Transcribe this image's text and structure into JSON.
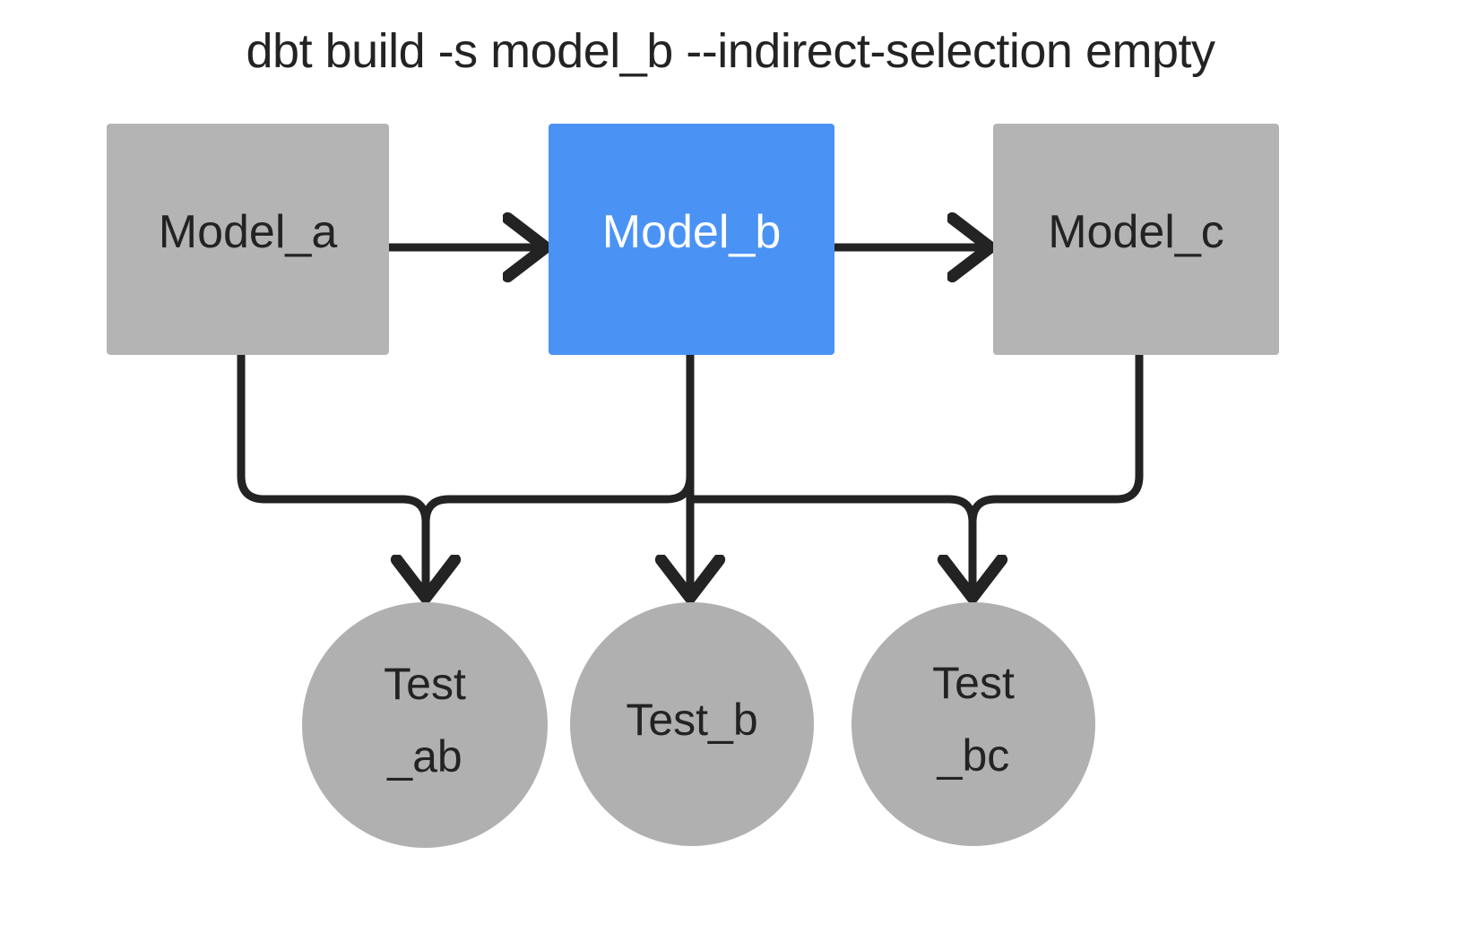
{
  "title": "dbt build -s model_b --indirect-selection empty",
  "colors": {
    "background": "#ffffff",
    "node_gray": "#b4b4b4",
    "circle_gray": "#b0b0b0",
    "node_selected_blue": "#4a93f5",
    "text_dark": "#232323",
    "text_light": "#ffffff",
    "edge": "#232323"
  },
  "models": [
    {
      "id": "model_a",
      "label": "Model_a",
      "state": "unselected"
    },
    {
      "id": "model_b",
      "label": "Model_b",
      "state": "selected"
    },
    {
      "id": "model_c",
      "label": "Model_c",
      "state": "unselected"
    }
  ],
  "tests": [
    {
      "id": "test_ab",
      "label": "Test\n_ab",
      "state": "unselected"
    },
    {
      "id": "test_b",
      "label": "Test_b",
      "state": "unselected"
    },
    {
      "id": "test_bc",
      "label": "Test\n_bc",
      "state": "unselected"
    }
  ],
  "edges": [
    {
      "from": "model_a",
      "to": "model_b",
      "kind": "model-to-model"
    },
    {
      "from": "model_b",
      "to": "model_c",
      "kind": "model-to-model"
    },
    {
      "from": "model_a",
      "to": "test_ab",
      "kind": "model-to-test"
    },
    {
      "from": "model_b",
      "to": "test_ab",
      "kind": "model-to-test"
    },
    {
      "from": "model_b",
      "to": "test_b",
      "kind": "model-to-test"
    },
    {
      "from": "model_b",
      "to": "test_bc",
      "kind": "model-to-test"
    },
    {
      "from": "model_c",
      "to": "test_bc",
      "kind": "model-to-test"
    }
  ]
}
